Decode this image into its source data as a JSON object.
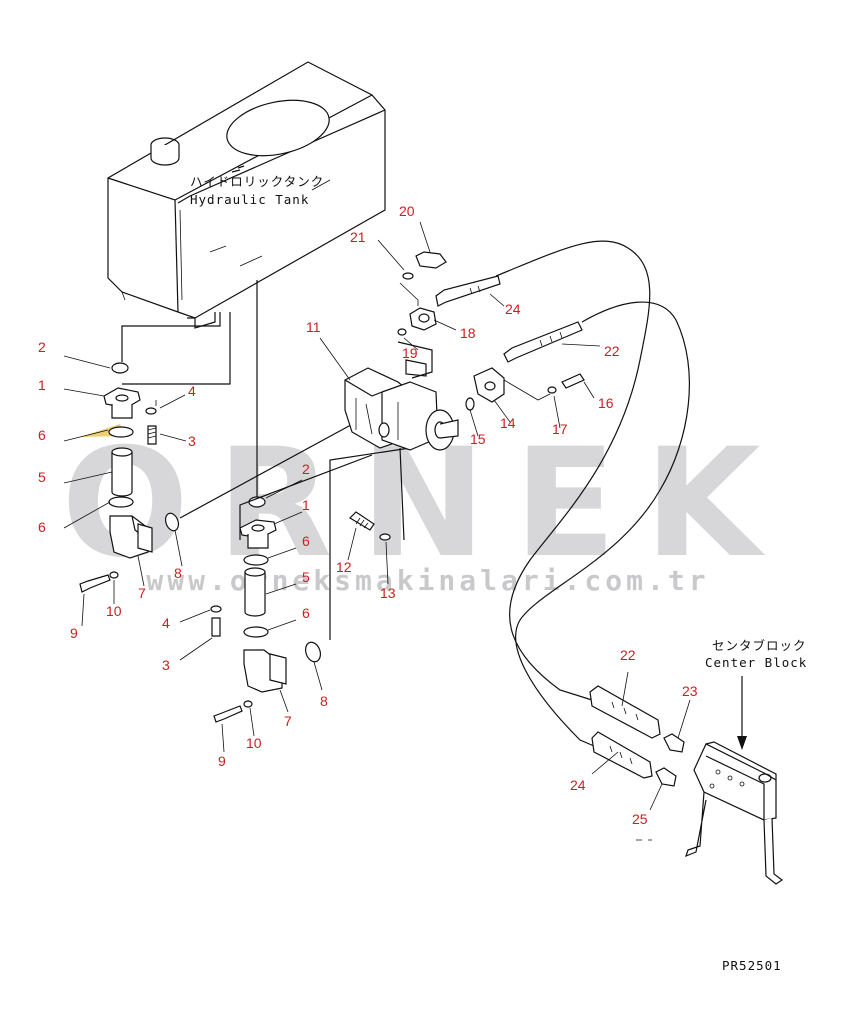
{
  "labels": {
    "tank_jp": "ハイドロリックタンク",
    "tank_en": "Hydraulic Tank",
    "block_jp": "センタブロック",
    "block_en": "Center Block",
    "code": "PR52501"
  },
  "watermark": {
    "brand": "ORNEK",
    "url": "www.orneksmakinalari.com.tr"
  },
  "callouts": [
    "1",
    "2",
    "3",
    "4",
    "5",
    "6",
    "7",
    "8",
    "9",
    "10",
    "11",
    "12",
    "13",
    "14",
    "15",
    "16",
    "17",
    "18",
    "19",
    "20",
    "21",
    "22",
    "23",
    "24",
    "25"
  ],
  "colors": {
    "callout": "#cc1f1f",
    "line": "#111111",
    "watermark": "#b7b7bb",
    "highlight": "#e8c64a"
  }
}
